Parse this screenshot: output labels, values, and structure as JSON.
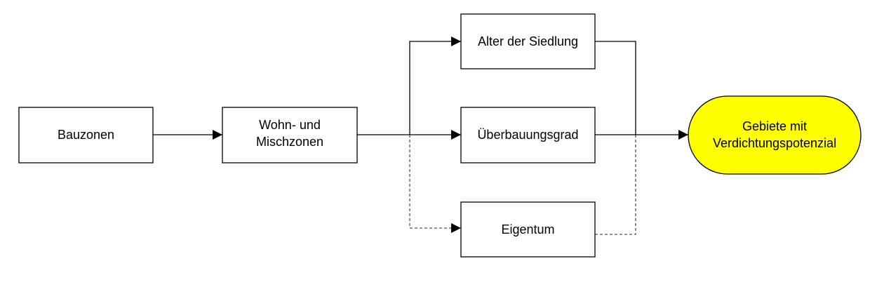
{
  "diagram": {
    "nodes": {
      "bauzonen": {
        "lines": [
          "Bauzonen"
        ]
      },
      "wohn_misch": {
        "lines": [
          "Wohn- und",
          "Mischzonen"
        ]
      },
      "alter": {
        "lines": [
          "Alter der Siedlung"
        ]
      },
      "ueberbauung": {
        "lines": [
          "Überbauungsgrad"
        ]
      },
      "eigentum": {
        "lines": [
          "Eigentum"
        ]
      },
      "gebiete": {
        "lines": [
          "Gebiete mit",
          "Verdichtungspotenzial"
        ]
      }
    },
    "colors": {
      "box_fill": "#ffffff",
      "box_stroke": "#000000",
      "terminal_fill": "#ffff00",
      "line": "#000000",
      "dashed_line": "#555555"
    },
    "edges": [
      {
        "from": "bauzonen",
        "to": "wohn_misch",
        "style": "solid"
      },
      {
        "from": "wohn_misch",
        "to": "alter",
        "style": "solid"
      },
      {
        "from": "wohn_misch",
        "to": "ueberbauung",
        "style": "solid"
      },
      {
        "from": "wohn_misch",
        "to": "eigentum",
        "style": "dashed"
      },
      {
        "from": "alter",
        "to": "gebiete",
        "style": "solid"
      },
      {
        "from": "ueberbauung",
        "to": "gebiete",
        "style": "solid"
      },
      {
        "from": "eigentum",
        "to": "gebiete",
        "style": "dashed"
      }
    ]
  }
}
